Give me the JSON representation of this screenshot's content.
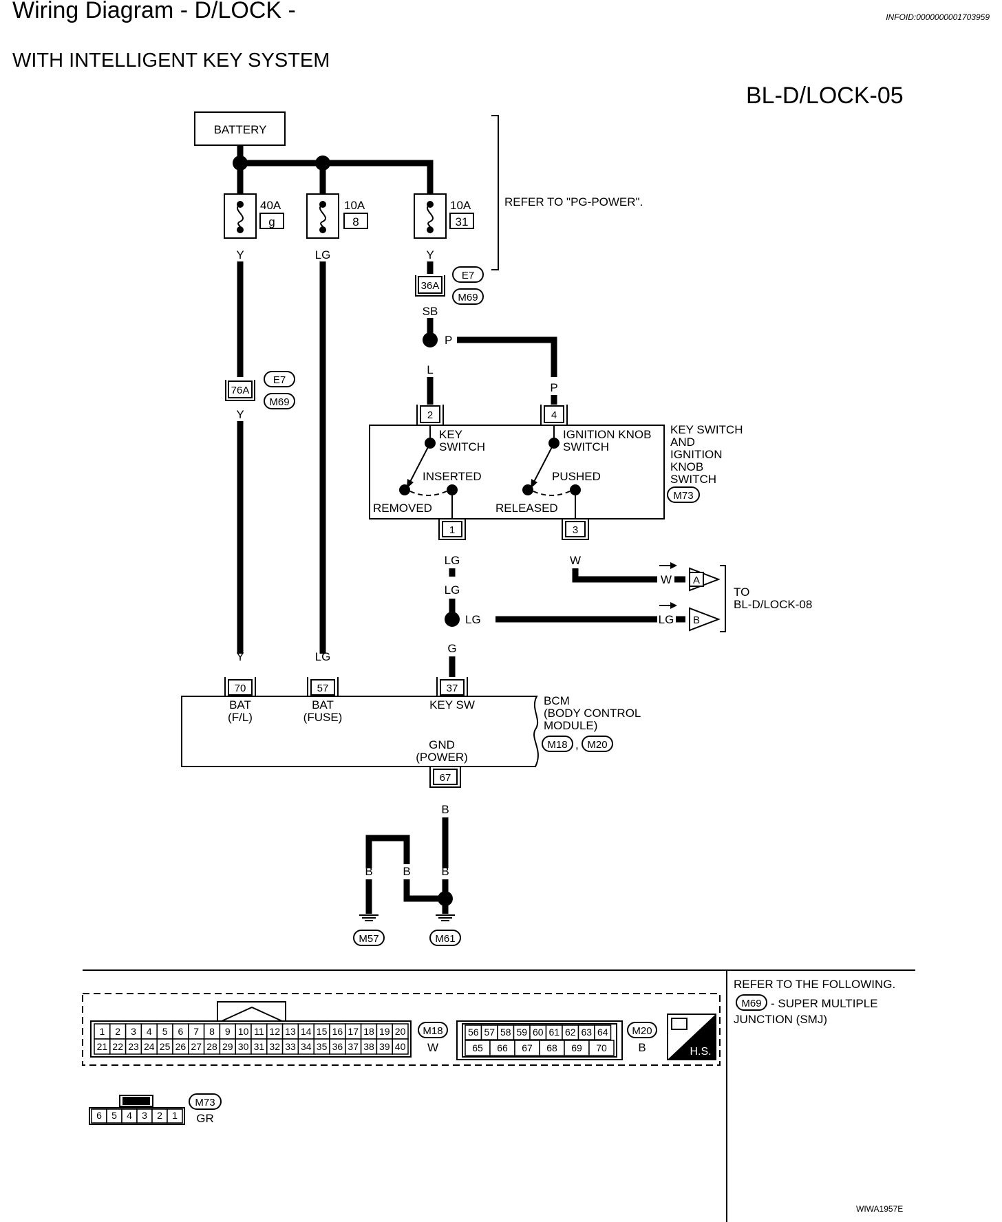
{
  "header": {
    "title": "Wiring Diagram - D/LOCK -",
    "info_id": "INFOID:0000000001703959",
    "subtitle": "WITH INTELLIGENT KEY SYSTEM",
    "diagram_code": "BL-D/LOCK-05",
    "figure_id": "WIWA1957E"
  },
  "power": {
    "battery": "BATTERY",
    "refer_note": "REFER TO \"PG-POWER\".",
    "fuses": [
      {
        "amp": "40A",
        "number": "g"
      },
      {
        "amp": "10A",
        "number": "8"
      },
      {
        "amp": "10A",
        "number": "31"
      }
    ]
  },
  "connectors": {
    "e7": "E7",
    "m69": "M69",
    "c36a": "36A",
    "c76a": "76A",
    "m73": "M73",
    "m18": "M18",
    "m20": "M20",
    "m57": "M57",
    "m61": "M61"
  },
  "wire_colors": {
    "y": "Y",
    "lg": "LG",
    "sb": "SB",
    "p": "P",
    "l": "L",
    "w": "W",
    "g": "G",
    "b": "B"
  },
  "key_switch": {
    "pins": [
      "2",
      "4",
      "1",
      "3"
    ],
    "key_switch_label": [
      "KEY",
      "SWITCH"
    ],
    "ign_knob_label": [
      "IGNITION KNOB",
      "SWITCH"
    ],
    "inserted": "INSERTED",
    "removed": "REMOVED",
    "pushed": "PUSHED",
    "released": "RELEASED",
    "component_name": [
      "KEY SWITCH",
      "AND",
      "IGNITION",
      "KNOB",
      "SWITCH"
    ]
  },
  "to_ref": {
    "a": "A",
    "b": "B",
    "label": [
      "TO",
      "BL-D/LOCK-08"
    ]
  },
  "bcm": {
    "pins": [
      "70",
      "57",
      "37",
      "67"
    ],
    "bat_fl": [
      "BAT",
      "(F/L)"
    ],
    "bat_fuse": [
      "BAT",
      "(FUSE)"
    ],
    "key_sw": "KEY SW",
    "gnd": [
      "GND",
      "(POWER)"
    ],
    "name": [
      "BCM",
      "(BODY CONTROL",
      "MODULE)"
    ],
    "comma": ","
  },
  "connector_views": {
    "m18_row1": [
      "1",
      "2",
      "3",
      "4",
      "5",
      "6",
      "7",
      "8",
      "9",
      "10",
      "11",
      "12",
      "13",
      "14",
      "15",
      "16",
      "17",
      "18",
      "19",
      "20"
    ],
    "m18_row2": [
      "21",
      "22",
      "23",
      "24",
      "25",
      "26",
      "27",
      "28",
      "29",
      "30",
      "31",
      "32",
      "33",
      "34",
      "35",
      "36",
      "37",
      "38",
      "39",
      "40"
    ],
    "m18_color": "W",
    "m20_row1": [
      "56",
      "57",
      "58",
      "59",
      "60",
      "61",
      "62",
      "63",
      "64"
    ],
    "m20_row2": [
      "65",
      "66",
      "67",
      "68",
      "69",
      "70"
    ],
    "m20_color": "B",
    "m73_row": [
      "6",
      "5",
      "4",
      "3",
      "2",
      "1"
    ],
    "m73_color": "GR",
    "hs": "H.S."
  },
  "refer_following": {
    "line1": "REFER TO THE FOLLOWING.",
    "line2": "- SUPER MULTIPLE",
    "line3": "JUNCTION (SMJ)"
  }
}
